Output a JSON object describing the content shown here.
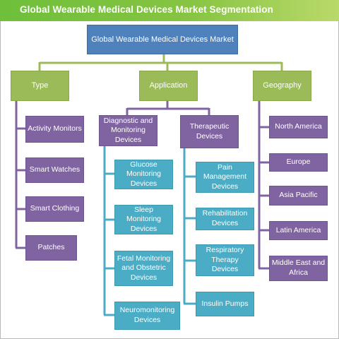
{
  "title": "Global Wearable Medical Devices Market Segmentation",
  "root": "Global Wearable Medical Devices Market",
  "categories": {
    "type": "Type",
    "application": "Application",
    "geography": "Geography"
  },
  "type_items": [
    "Activity Monitors",
    "Smart Watches",
    "Smart Clothing",
    "Patches"
  ],
  "application": {
    "diagnostic": {
      "label": "Diagnostic and Monitoring Devices",
      "items": [
        "Glucose Monitoring Devices",
        "Sleep Monitoring Devices",
        "Fetal Monitoring and Obstetric Devices",
        "Neuromonitoring Devices"
      ]
    },
    "therapeutic": {
      "label": "Therapeutic Devices",
      "items": [
        "Pain Management Devices",
        "Rehabilitation Devices",
        "Respiratory Therapy Devices",
        "Insulin Pumps"
      ]
    }
  },
  "geography_items": [
    "North America",
    "Europe",
    "Asia Pacific",
    "Latin America",
    "Middle East and Africa"
  ],
  "colors": {
    "title_bar": "#7dc243",
    "root": "#4f81bd",
    "category": "#9bbb59",
    "type_geo": "#8064a2",
    "application_leaf": "#4bacc6",
    "connector": "#9bbb59"
  }
}
